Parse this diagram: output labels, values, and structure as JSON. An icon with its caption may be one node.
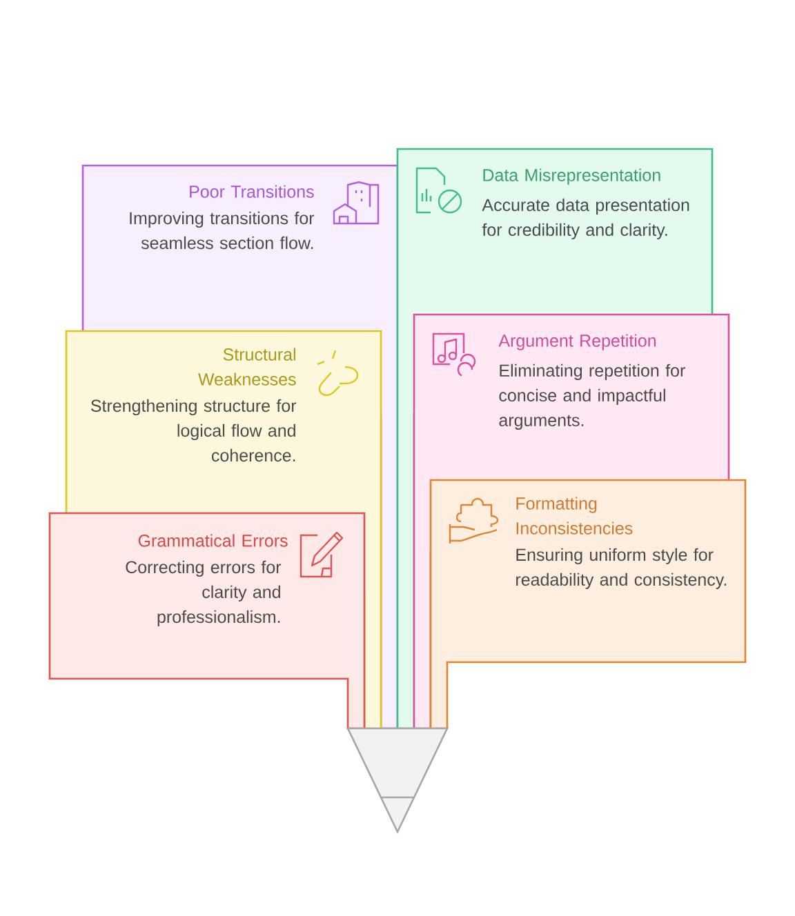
{
  "diagram": {
    "nodes": [
      {
        "text": [
          "Poor Transitions",
          "Improving transitions for seamless section flow."
        ]
      },
      {
        "text": [
          "Structural Weaknesses",
          "Strengthening structure for logical flow and coherence."
        ]
      },
      {
        "text": [
          "Grammatical Errors",
          "Correcting errors for clarity and professionalism."
        ]
      },
      {
        "text": [
          "Data Misrepresentation",
          "Accurate data presentation for credibility and clarity."
        ]
      },
      {
        "text": [
          "Argument Repetition",
          "Eliminating repetition for concise and impactful arguments."
        ]
      },
      {
        "text": [
          "Formatting Inconsistencies",
          "Ensuring uniform style for readability and consistency."
        ]
      }
    ]
  }
}
